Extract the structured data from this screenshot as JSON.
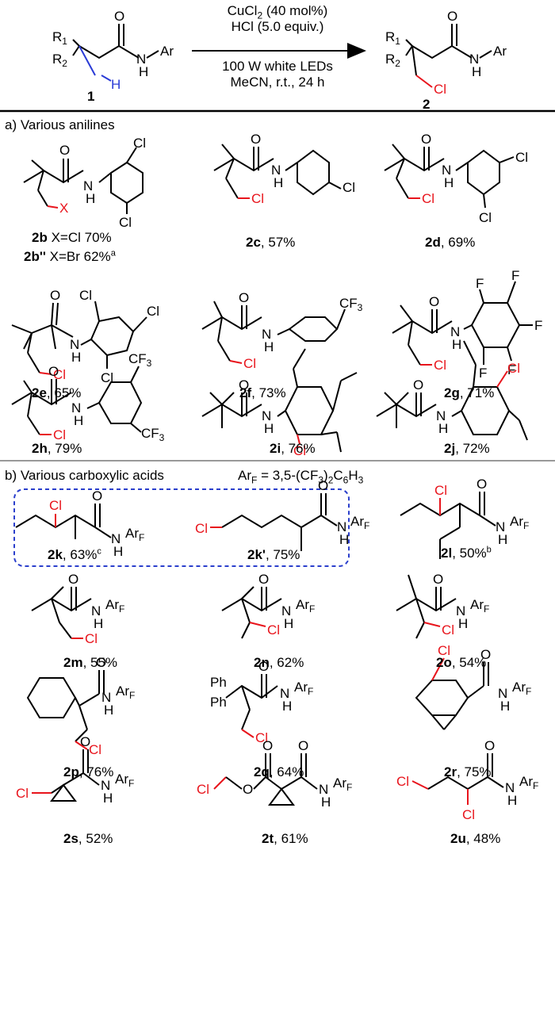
{
  "header": {
    "conditions_above": [
      "CuCl",
      "2",
      " (40 mol%)",
      "HCl (5.0 equiv.)"
    ],
    "conditions_below": [
      "100 W white LEDs",
      "MeCN, r.t., 24 h"
    ],
    "substrate_label": "1",
    "product_label": "2"
  },
  "sections": {
    "a_title": "a) Various anilines",
    "b_title": "b) Various carboxylic acids",
    "arf_def_prefix": "Ar",
    "arf_def_sub": "F",
    "arf_def_main": " = 3,5-(CF",
    "arf_def_3": "3",
    "arf_def_mid": ")",
    "arf_def_2": "2",
    "arf_def_c": "C",
    "arf_def_6": "6",
    "arf_def_h": "H",
    "arf_def_3b": "3"
  },
  "compounds": [
    {
      "id": "2b",
      "text": " X=Cl 70%"
    },
    {
      "id": "2b''",
      "text": " X=Br 62%",
      "sup": "a"
    },
    {
      "id": "2c",
      "text": ", 57%"
    },
    {
      "id": "2d",
      "text": ", 69%"
    },
    {
      "id": "2e",
      "text": ", 65%"
    },
    {
      "id": "2f",
      "text": ", 73%"
    },
    {
      "id": "2g",
      "text": ", 71%"
    },
    {
      "id": "2h",
      "text": ", 79%"
    },
    {
      "id": "2i",
      "text": ", 76%"
    },
    {
      "id": "2j",
      "text": ", 72%"
    },
    {
      "id": "2k",
      "text": ", 63%",
      "sup": "c"
    },
    {
      "id": "2k'",
      "text": ", 75%"
    },
    {
      "id": "2l",
      "text": ", 50%",
      "sup": "b"
    },
    {
      "id": "2m",
      "text": ", 55%"
    },
    {
      "id": "2n",
      "text": ", 62%"
    },
    {
      "id": "2o",
      "text": ", 54%"
    },
    {
      "id": "2p",
      "text": ", 76%"
    },
    {
      "id": "2q",
      "text": ", 64%"
    },
    {
      "id": "2r",
      "text": ", 75%"
    },
    {
      "id": "2s",
      "text": ", 52%"
    },
    {
      "id": "2t",
      "text": ", 61%"
    },
    {
      "id": "2u",
      "text": ", 48%"
    }
  ],
  "atoms": {
    "O": "O",
    "N": "N",
    "H": "H",
    "Cl": "Cl",
    "X": "X",
    "F": "F",
    "Br": "Br",
    "Ar": "Ar",
    "ArF_main": "Ar",
    "ArF_sub": "F",
    "R1": "R",
    "R2": "R",
    "one": "1",
    "two": "2",
    "CF3": "CF",
    "three": "3",
    "Ph": "Ph"
  },
  "colors": {
    "chlorine": "#e8141c",
    "hydrogen": "#2a3bd6",
    "dash_box": "#2b3fcc",
    "bond": "#000000"
  }
}
